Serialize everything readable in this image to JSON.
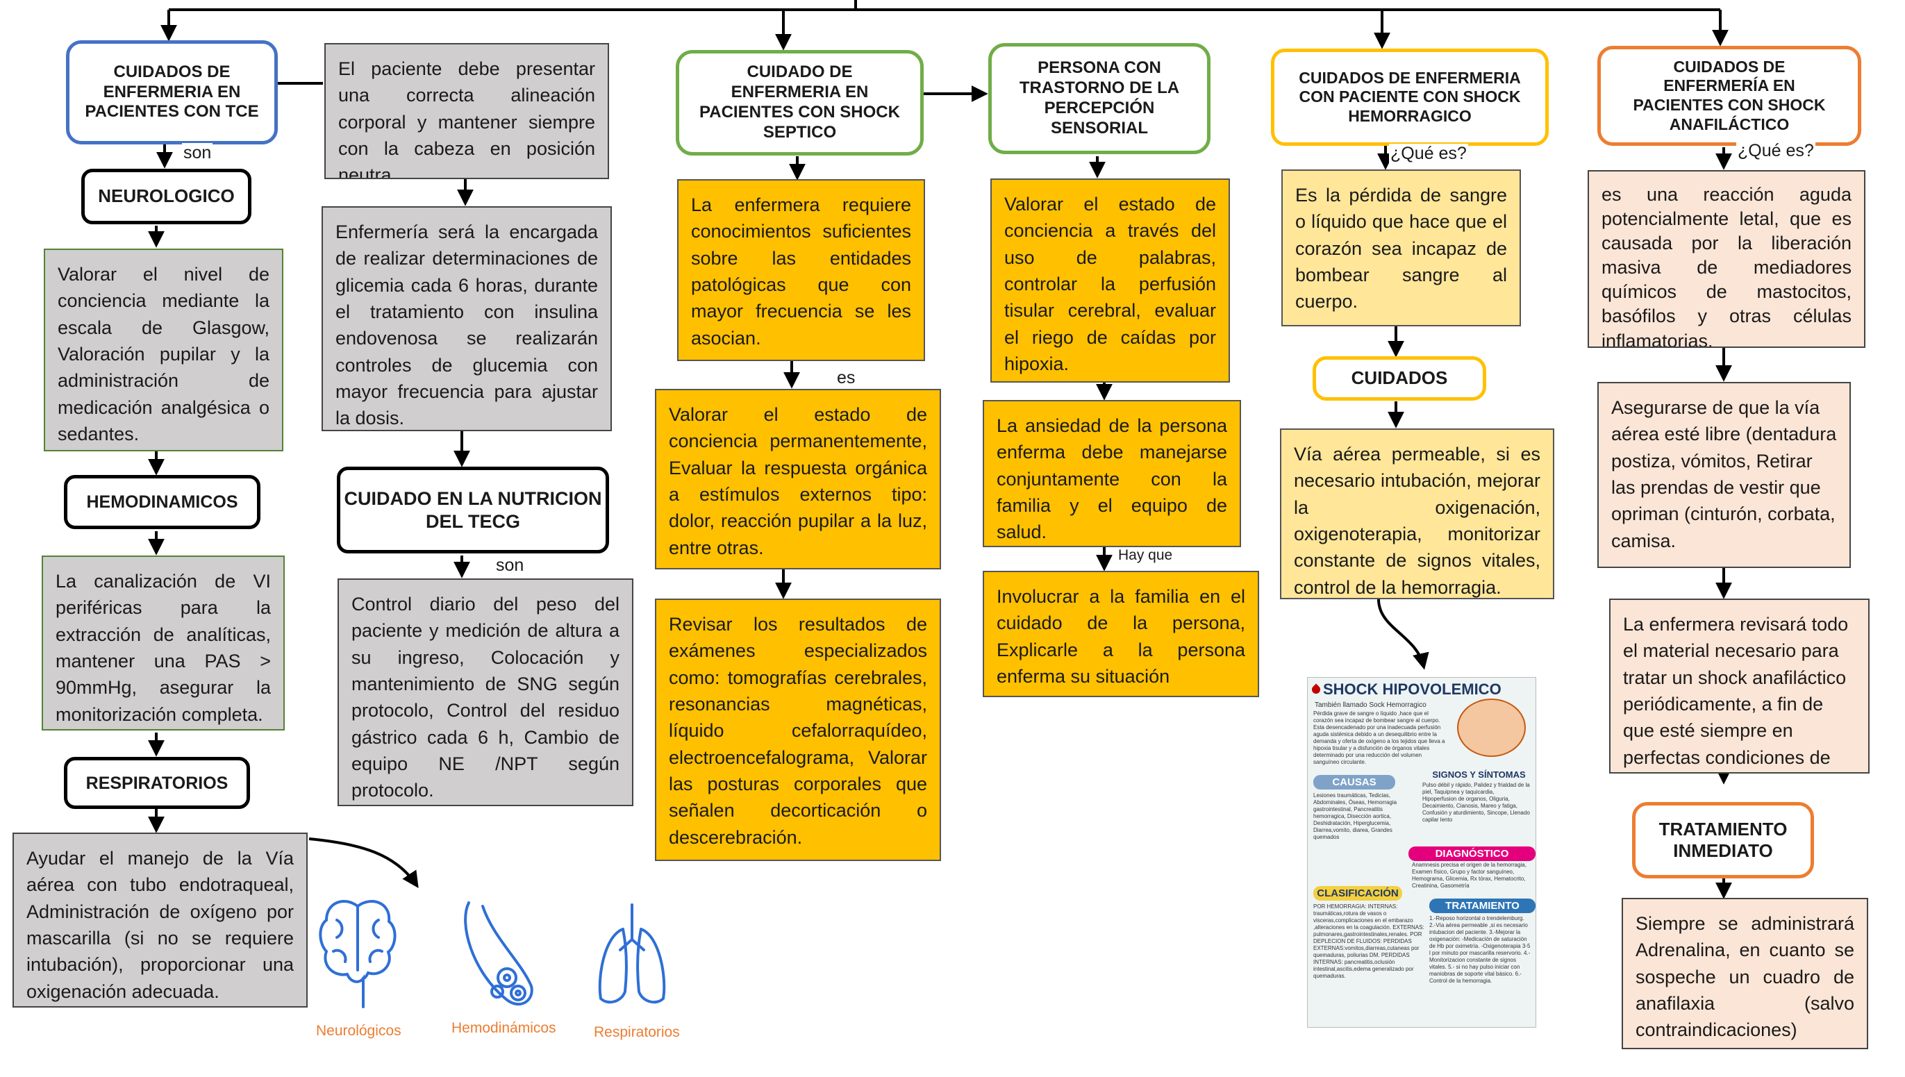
{
  "nodes": {
    "tce_title": "CUIDADOS DE ENFERMERIA EN PACIENTES CON TCE",
    "tce_son": "son",
    "tce_position": "El paciente debe presentar una correcta alineación corporal y mantener siempre con la cabeza en posición neutra",
    "neuro_title": "NEUROLOGICO",
    "neuro_text": "Valorar el nivel de conciencia mediante la escala de Glasgow, Valoración pupilar y la administración de medicación analgésica o sedantes.",
    "hemo_title": "HEMODINAMICOS",
    "hemo_text": "La canalización de VI periféricas para la extracción de analíticas, mantener una PAS > 90mmHg, asegurar la monitorización completa.",
    "resp_title": "RESPIRATORIOS",
    "resp_text": "Ayudar el manejo de la Vía aérea con tubo endotraqueal, Administración de oxígeno por mascarilla (si no se requiere intubación), proporcionar una oxigenación adecuada.",
    "glucemia_text": "Enfermería será la encargada de realizar determinaciones de glicemia cada 6 horas, durante el tratamiento con insulina endovenosa se realizarán controles de glucemia con mayor frecuencia para ajustar la dosis.",
    "nutricion_title": "CUIDADO EN LA NUTRICION DEL TECG",
    "nutricion_son": "son",
    "nutricion_text": "Control diario del peso del paciente y medición de altura a su ingreso, Colocación y mantenimiento de SNG según protocolo, Control del residuo gástrico cada 6 h, Cambio de equipo NE /NPT según protocolo.",
    "septico_title": "CUIDADO DE ENFERMERIA EN PACIENTES CON SHOCK SEPTICO",
    "septico_text1": "La enfermera requiere conocimientos suficientes sobre las entidades patológicas que con mayor frecuencia se les asocian.",
    "septico_es": "es",
    "septico_text2": "Valorar el estado de conciencia permanentemente, Evaluar la respuesta orgánica a estímulos externos tipo: dolor, reacción pupilar a la luz, entre otras.",
    "septico_text3": "Revisar los resultados de exámenes especializados como: tomografías cerebrales, resonancias magnéticas, líquido cefalorraquídeo, electroencefalograma, Valorar las posturas corporales que señalen decorticación o descerebración.",
    "percepcion_title": "PERSONA CON TRASTORNO DE LA PERCEPCIÓN SENSORIAL",
    "percepcion_text1": "Valorar el estado de conciencia a través del uso de palabras, controlar la perfusión tisular cerebral, evaluar el riego de caídas por hipoxia.",
    "percepcion_text2": "La ansiedad de la persona enferma debe manejarse conjuntamente con la familia y el equipo de salud.",
    "percepcion_hayque": "Hay que",
    "percepcion_text3": "Involucrar a la familia en el cuidado de la persona, Explicarle a la persona enferma su situación",
    "hemorragico_title": "CUIDADOS DE ENFERMERIA CON PACIENTE CON SHOCK HEMORRAGICO",
    "hemorragico_que": "¿Qué es?",
    "hemorragico_text1": "Es la pérdida de sangre o líquido que hace que el corazón sea incapaz de bombear sangre al cuerpo.",
    "hemorragico_cuidados": "CUIDADOS",
    "hemorragico_text2": "Vía aérea permeable, si es necesario intubación, mejorar la oxigenación, oxigenoterapia, monitorizar constante de signos vitales, control de la hemorragia.",
    "anafilactico_title": "CUIDADOS DE ENFERMERÍA EN PACIENTES CON SHOCK ANAFILÁCTICO",
    "anafilactico_que": "¿Qué es?",
    "anafilactico_text1": "es una reacción aguda potencialmente letal, que es causada por la liberación masiva de mediadores químicos de mastocitos, basófilos y otras células inflamatorias.",
    "anafilactico_text2": "Asegurarse de que la vía aérea esté libre (dentadura postiza, vómitos, Retirar las prendas de vestir que opriman (cinturón, corbata, camisa.",
    "anafilactico_text3": "La enfermera revisará todo el material necesario para tratar un shock anafiláctico periódicamente, a fin de que esté siempre en perfectas condiciones de uso.",
    "tratamiento_title": "TRATAMIENTO INMEDIATO",
    "tratamiento_text": "Siempre se administrará Adrenalina, en cuanto se sospeche un cuadro de anafilaxia (salvo contraindicaciones)"
  },
  "icons": {
    "neuro_label": "Neurológicos",
    "hemo_label": "Hemodinámicos",
    "resp_label": "Respiratorios",
    "neuro_icon": "brain-icon",
    "hemo_icon": "blood-vessel-icon",
    "resp_icon": "lungs-icon"
  },
  "infographic": {
    "title": "SHOCK HIPOVOLEMICO",
    "subtitle": "También llamado Sock Hemorragico",
    "intro": "Pérdida grave de sangre o líquido ,hace que el corazón sea incapaz de bombear sangre al cuerpo. Esta desencadenado por una inadecuada perfusión aguda sistémica debido a un desequilibrio entre la demanda y oferta de oxígeno a los tejidos que lleva a hipoxia tisular y a disfunción de órganos vitales determinado por una reducción del volumen sanguíneo circulante.",
    "causas": "CAUSAS",
    "causas_text": "Lesiones traumáticas, Tedicias, Abdominales, Óseas, Hemorragia gastrointestinal, Pancreatitis hemorragica, Disección aortica, Deshidratación, Hiperglucemia, Diarrea,vomito, diarea, Grandes quemados",
    "signos": "SIGNOS Y SÍNTOMAS",
    "signos_text": "Pulso débil y rápido, Palidez y frialdad de la piel, Taquipnea y taquicardia, Hipoperfusion de organos, Oliguria, Decaimiento, Cianosis, Mareo y fatiga, Confusión y aturdimiento, Sincope, Llenado capilar lento",
    "diagnostico": "DIAGNÓSTICO",
    "diagnostico_text": "Anamnesis precisa el origen de la hemorragia, Examen físico, Grupo y factor sanguíneo, Hemograma, Glicemia, Rx tórax, Hematocrito, Creatinina, Gasometría",
    "clasificacion": "CLASIFICACIÓN",
    "clasificacion_text": "POR HEMORRAGIA: INTERNAS: traumáticas,rotura de vasos o visceras,complicaciones en el embarazo ,alteraciones en la coagulación. EXTERNAS: pulmonares,gastrointestinales,renales. POR DEPLECION DE FLUIDOS: PERDIDAS EXTERNAS:vomitos,diarreas,cutaneas por quemaduras, poliurias DM. PERDIDAS INTERNAS: pancreatitis,oclusión intestinal,ascitis,edema generalizado por quemaduras.",
    "tratamiento": "TRATAMIENTO",
    "tratamiento_text": "1.-Reposo horizontal o trendelemburg. 2.-Vía aérea permeable ,si es necesario intubacion del paciente. 3.-Mejorar la oxigenación: -Medicación de saturación de Hb por oximetría. -Oxigenoterapia 3-5 l por minuto por mascarilla reservorio. 4.-Monitorizacion constante de signos vitales. 5.- si no hay pulso iniciar con maniobras de soporte vital básico. 6.-Control de la hemorragia."
  },
  "colors": {
    "blue": "#4472c4",
    "green": "#70ad47",
    "yellow": "#ffc000",
    "orange": "#ed7d31",
    "gray": "#d0cece",
    "amber": "#ffc000",
    "light_amber": "#ffe699",
    "salmon": "#fbe5d6"
  }
}
